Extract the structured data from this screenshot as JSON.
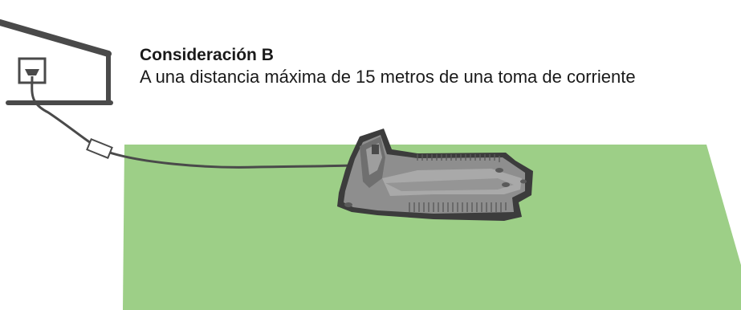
{
  "caption": {
    "title": "Consideración B",
    "description": "A una distancia máxima de 15 metros de una toma de corriente"
  },
  "colors": {
    "lawn": "#9dcf87",
    "house_outline": "#4a4a4a",
    "cable": "#4a4a4a",
    "station_body": "#8e8e8e",
    "station_outline": "#3c3c3c",
    "text": "#1a1a1a"
  },
  "icons": [
    "house-outline",
    "power-outlet-icon",
    "power-cable",
    "cable-adapter",
    "charging-station"
  ]
}
